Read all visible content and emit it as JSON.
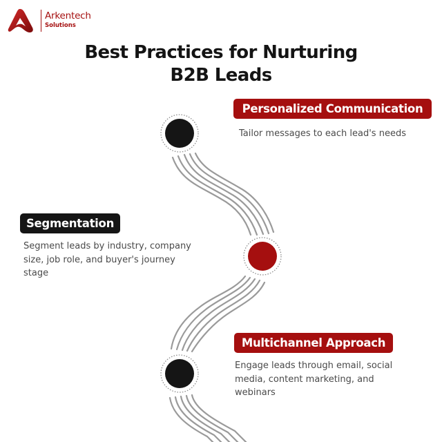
{
  "brand": {
    "name": "Arkentech",
    "sub": "Solutions",
    "color": "#a50f0f"
  },
  "title": {
    "line1": "Best Practices for Nurturing",
    "line2": "B2B Leads"
  },
  "colors": {
    "accent_red": "#a50f0f",
    "dark": "#151515",
    "path_line": "#9a9a9a",
    "text_body": "#4a4a4a"
  },
  "steps": [
    {
      "label": "Personalized Communication",
      "description": "Tailor messages to each lead's needs",
      "node_color": "#151515",
      "label_color": "#a50f0f"
    },
    {
      "label": "Segmentation",
      "description_lines": [
        "Segment leads by industry, company",
        "size, job role, and buyer's journey",
        "stage"
      ],
      "node_color": "#a50f0f",
      "label_color": "#151515"
    },
    {
      "label": "Multichannel Approach",
      "description_lines": [
        "Engage leads through email, social",
        "media, content marketing, and",
        "webinars"
      ],
      "node_color": "#151515",
      "label_color": "#a50f0f"
    }
  ]
}
